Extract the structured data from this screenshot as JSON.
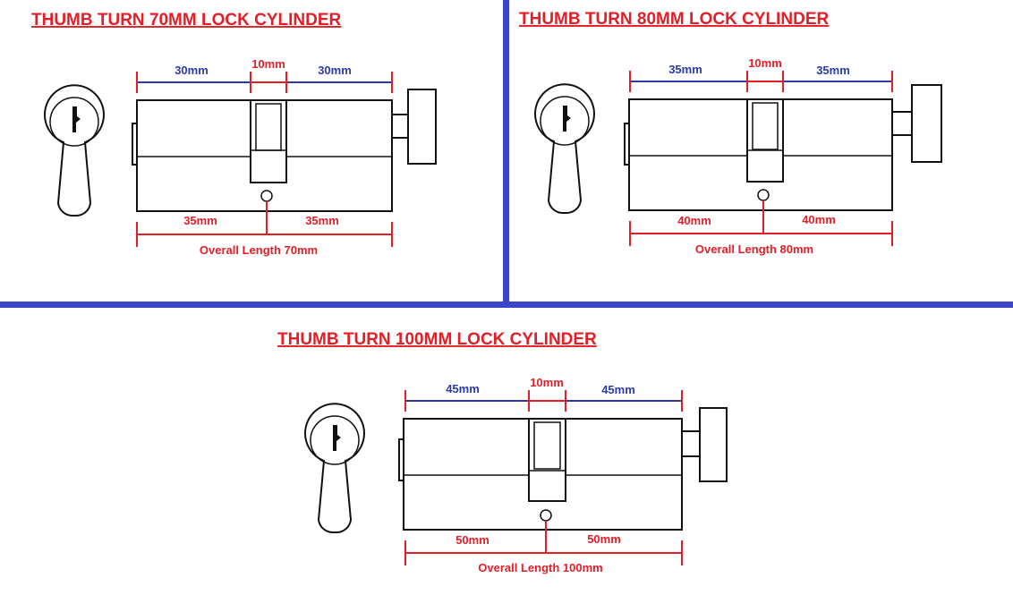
{
  "colors": {
    "title": "#e41e26",
    "dim_blue": "#2b3aa8",
    "dim_red": "#e41e26",
    "divider": "#3a45c8",
    "outline": "#111111"
  },
  "panels": [
    {
      "title": "THUMB TURN 70MM LOCK CYLINDER",
      "top_left": "30mm",
      "top_mid": "10mm",
      "top_right": "30mm",
      "bottom_left": "35mm",
      "bottom_right": "35mm",
      "overall": "Overall Length 70mm"
    },
    {
      "title": "THUMB TURN 80MM LOCK CYLINDER",
      "top_left": "35mm",
      "top_mid": "10mm",
      "top_right": "35mm",
      "bottom_left": "40mm",
      "bottom_right": "40mm",
      "overall": "Overall Length 80mm"
    },
    {
      "title": "THUMB TURN 100MM LOCK CYLINDER",
      "top_left": "45mm",
      "top_mid": "10mm",
      "top_right": "45mm",
      "bottom_left": "50mm",
      "bottom_right": "50mm",
      "overall": "Overall Length 100mm"
    }
  ]
}
